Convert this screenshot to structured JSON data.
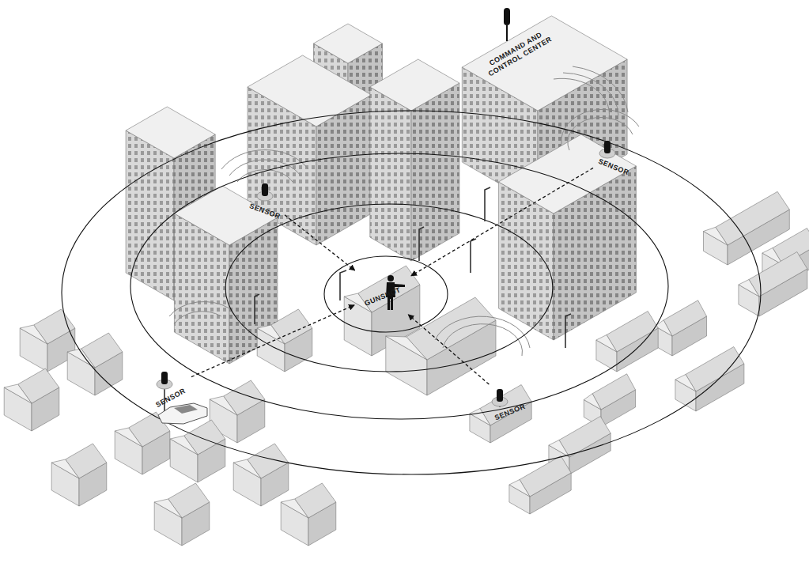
{
  "diagram": {
    "nodes": [
      {
        "text": [
          "COMMAND AND CONTROL CENTER"
        ]
      },
      {
        "text": [
          "SENSOR"
        ]
      },
      {
        "text": [
          "SENSOR"
        ]
      },
      {
        "text": [
          "GUNSHOT"
        ]
      },
      {
        "text": [
          "SENSOR"
        ]
      },
      {
        "text": [
          "SENSOR"
        ]
      }
    ],
    "edges": [
      {
        "from": 1,
        "to": 3,
        "arrow": "to"
      },
      {
        "from": 2,
        "to": 3,
        "arrow": "to"
      },
      {
        "from": 4,
        "to": 3,
        "arrow": "to"
      },
      {
        "from": 5,
        "to": 3,
        "arrow": "to"
      }
    ]
  }
}
